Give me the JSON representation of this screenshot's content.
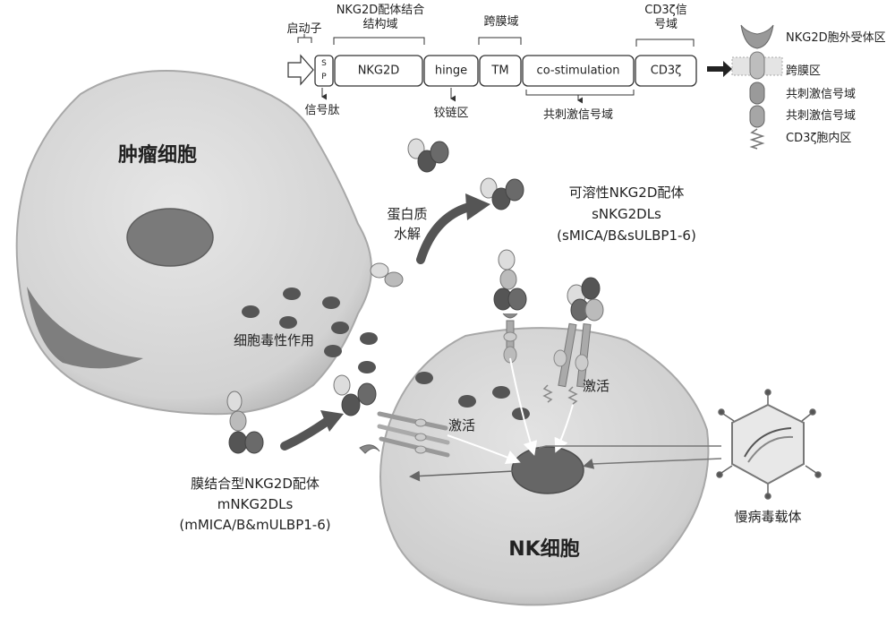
{
  "construct": {
    "top_labels": {
      "promoter": "启动子",
      "nkg2d_binding": "NKG2D配体结合结构域",
      "transmembrane": "跨膜域",
      "cd3z_signal": "CD3ζ信号域"
    },
    "segments": {
      "sp": "SP",
      "nkg2d": "NKG2D",
      "hinge": "hinge",
      "tm": "TM",
      "costim": "co-stimulation",
      "cd3z": "CD3ζ"
    },
    "bottom_labels": {
      "signal_peptide": "信号肽",
      "hinge_region": "铰链区",
      "costim_domain": "共刺激信号域"
    }
  },
  "legend": {
    "items": [
      "NKG2D胞外受体区",
      "跨膜区",
      "共刺激信号域",
      "共刺激信号域",
      "CD3ζ胞内区"
    ]
  },
  "cells": {
    "tumor": "肿瘤细胞",
    "nk": "NK细胞"
  },
  "labels": {
    "proteolysis_1": "蛋白质",
    "proteolysis_2": "水解",
    "soluble_1": "可溶性NKG2D配体",
    "soluble_2": "sNKG2DLs",
    "soluble_3": "(sMICA/B&sULBP1-6)",
    "cytotoxicity": "细胞毒性作用",
    "activation_left": "激活",
    "activation_right": "激活",
    "membrane_1": "膜结合型NKG2D配体",
    "membrane_2": "mNKG2DLs",
    "membrane_3": "(mMICA/B&mULBP1-6)",
    "lentivirus": "慢病毒载体"
  },
  "colors": {
    "tumor_cell": "#d9d9d9",
    "nk_cell": "#d4d4d4",
    "granule": "#555555",
    "arrow": "#555555"
  }
}
